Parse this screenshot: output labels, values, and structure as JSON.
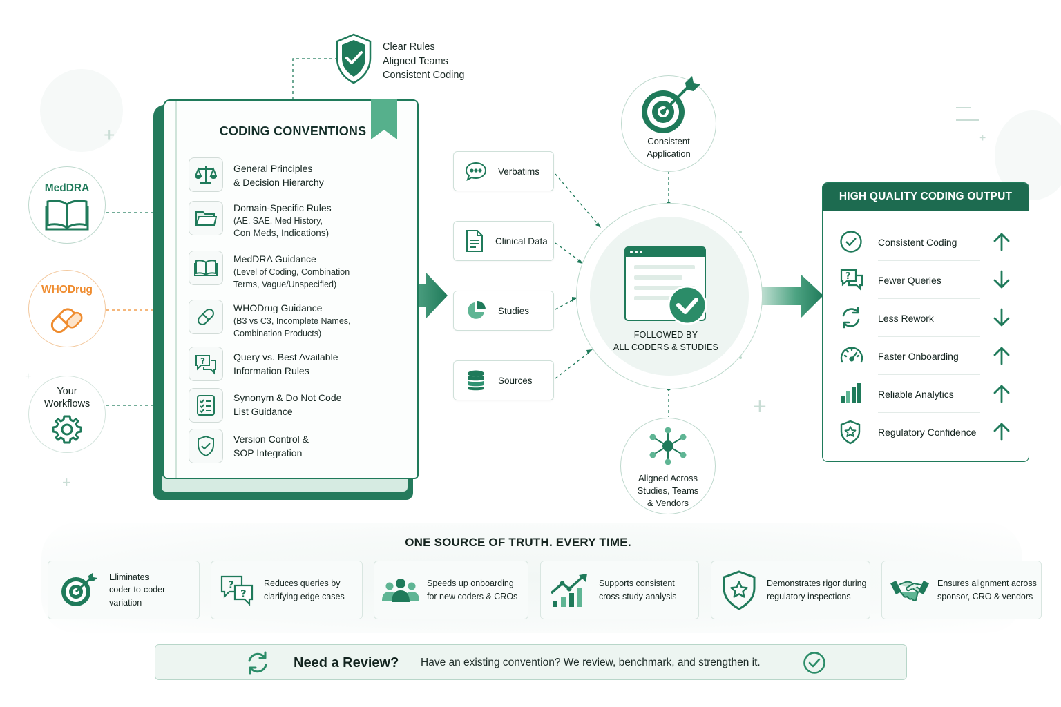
{
  "callout": {
    "lines": [
      "Clear Rules",
      "Aligned Teams",
      "Consistent Coding"
    ],
    "icon": "shield-check-icon"
  },
  "book": {
    "title": "CODING CONVENTIONS",
    "items": [
      {
        "title": "General Principles",
        "title2": "& Decision Hierarchy",
        "sub": "",
        "icon": "scales-icon"
      },
      {
        "title": "Domain-Specific Rules",
        "title2": "",
        "sub": "(AE, SAE, Med History,",
        "sub2": "Con Meds, Indications)",
        "icon": "folder-icon"
      },
      {
        "title": "MedDRA Guidance",
        "title2": "",
        "sub": "(Level of Coding, Combination",
        "sub2": "Terms, Vague/Unspecified)",
        "icon": "open-book-icon"
      },
      {
        "title": "WHODrug Guidance",
        "title2": "",
        "sub": "(B3 vs C3, Incomplete Names,",
        "sub2": "Combination Products)",
        "icon": "pill-icon"
      },
      {
        "title": "Query vs. Best Available",
        "title2": "Information Rules",
        "sub": "",
        "icon": "question-chat-icon"
      },
      {
        "title": "Synonym & Do Not Code",
        "title2": "List Guidance",
        "sub": "",
        "icon": "checklist-icon"
      },
      {
        "title": "Version Control &",
        "title2": "SOP Integration",
        "sub": "",
        "icon": "shield-check-icon"
      }
    ]
  },
  "sources": [
    {
      "label": "MedDRA",
      "icon": "open-book-icon",
      "color": "#1f7a5a"
    },
    {
      "label": "WHODrug",
      "icon": "capsule-icon",
      "color": "#ef8c2f"
    },
    {
      "label1": "Your",
      "label2": "Workflows",
      "icon": "gear-icon",
      "color": "#1f7a5a"
    }
  ],
  "inputs": [
    {
      "label": "Verbatims",
      "icon": "chat-bubble-icon"
    },
    {
      "label": "Clinical Data",
      "icon": "document-icon"
    },
    {
      "label": "Studies",
      "icon": "pie-chart-icon"
    },
    {
      "label": "Sources",
      "icon": "database-icon"
    }
  ],
  "hub": {
    "line1": "FOLLOWED BY",
    "line2": "ALL CODERS & STUDIES",
    "icon": "browser-check-icon"
  },
  "top_node": {
    "line1": "Consistent",
    "line2": "Application",
    "icon": "target-icon"
  },
  "bottom_node": {
    "line1": "Aligned Across",
    "line2": "Studies, Teams",
    "line3": "& Vendors",
    "icon": "network-icon"
  },
  "output": {
    "title": "HIGH QUALITY CODING OUTPUT",
    "rows": [
      {
        "label": "Consistent Coding",
        "direction": "up",
        "icon": "check-circle-icon"
      },
      {
        "label": "Fewer Queries",
        "direction": "down",
        "icon": "question-chat-icon"
      },
      {
        "label": "Less Rework",
        "direction": "down",
        "icon": "refresh-icon"
      },
      {
        "label": "Faster Onboarding",
        "direction": "up",
        "icon": "gauge-icon"
      },
      {
        "label": "Reliable Analytics",
        "direction": "up",
        "icon": "bar-chart-icon"
      },
      {
        "label": "Regulatory Confidence",
        "direction": "up",
        "icon": "shield-star-icon"
      }
    ]
  },
  "bottom": {
    "title": "ONE SOURCE OF TRUTH. EVERY TIME.",
    "benefits": [
      {
        "lines": [
          "Eliminates",
          "coder-to-coder",
          "variation"
        ],
        "icon": "target-icon"
      },
      {
        "lines": [
          "Reduces queries by",
          "clarifying edge cases"
        ],
        "icon": "question-chat-icon"
      },
      {
        "lines": [
          "Speeds up onboarding",
          "for new coders & CROs"
        ],
        "icon": "team-icon"
      },
      {
        "lines": [
          "Supports consistent",
          "cross-study analysis"
        ],
        "icon": "trend-chart-icon"
      },
      {
        "lines": [
          "Demonstrates rigor during",
          "regulatory inspections"
        ],
        "icon": "shield-star-icon"
      },
      {
        "lines": [
          "Ensures alignment across",
          "sponsor, CRO & vendors"
        ],
        "icon": "handshake-icon"
      }
    ]
  },
  "review": {
    "title": "Need a Review?",
    "text": "Have an existing convention? We review, benchmark, and strengthen it.",
    "icon": "refresh-icon",
    "check_icon": "check-circle-icon"
  },
  "colors": {
    "primary": "#1f7a5a",
    "dark": "#1d6b50",
    "orange": "#ef8c2f",
    "light": "#e9f4ef"
  }
}
